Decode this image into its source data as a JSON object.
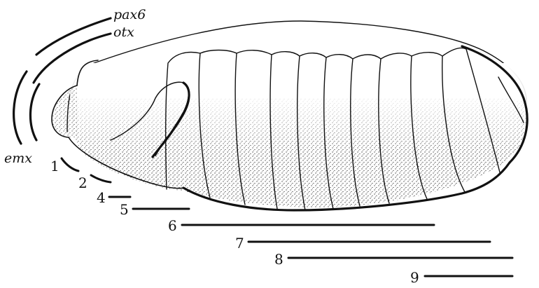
{
  "gene_labels": {
    "pax6": "pax6",
    "otx": "otx",
    "emx": "emx"
  },
  "segment_labels": [
    "1",
    "2",
    "4",
    "5",
    "6",
    "7",
    "8",
    "9"
  ],
  "colors": {
    "ink": "#111111",
    "background": "#ffffff"
  }
}
